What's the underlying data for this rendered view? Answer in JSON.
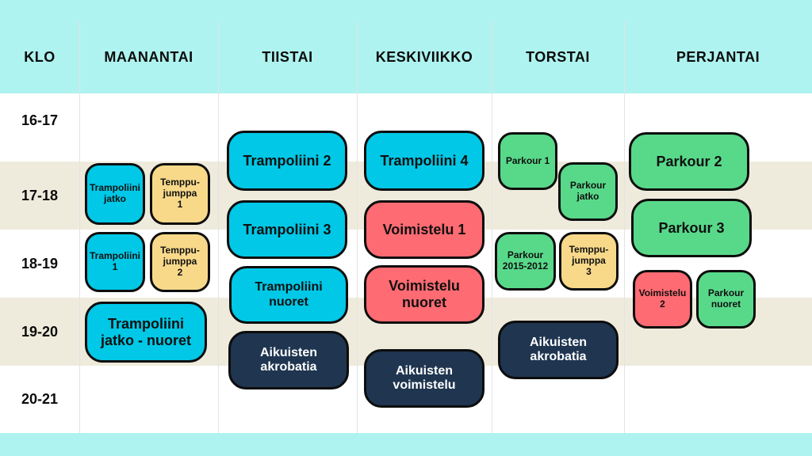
{
  "header": {
    "time_col": "KLO",
    "days": [
      "MAANANTAI",
      "TIISTAI",
      "KESKIVIIKKO",
      "TORSTAI",
      "PERJANTAI"
    ]
  },
  "times": [
    "16-17",
    "17-18",
    "18-19",
    "19-20",
    "20-21"
  ],
  "colors": {
    "header_bg": "#aef3ef",
    "band_beige": "#efebdc",
    "trampoliini": "#00c8e6",
    "temppujumppa": "#f8d98a",
    "parkour": "#58d98a",
    "voimistelu": "#ff6b72",
    "aikuisten": "#1f3550"
  },
  "events": {
    "ma_trampoliini_jatko": [
      "Trampoliini",
      "jatko"
    ],
    "ma_temppujumppa_1": [
      "Temppu-",
      "jumppa",
      "1"
    ],
    "ma_trampoliini_1": [
      "Trampoliini",
      "1"
    ],
    "ma_temppujumppa_2": [
      "Temppu-",
      "jumppa",
      "2"
    ],
    "ma_trampoliini_jatko_nuoret": [
      "Trampoliini",
      "jatko - nuoret"
    ],
    "ti_trampoliini_2": [
      "Trampoliini 2"
    ],
    "ti_trampoliini_3": [
      "Trampoliini 3"
    ],
    "ti_trampoliini_nuoret": [
      "Trampoliini",
      "nuoret"
    ],
    "ti_aikuisten_akrobatia": [
      "Aikuisten",
      "akrobatia"
    ],
    "ke_trampoliini_4": [
      "Trampoliini 4"
    ],
    "ke_voimistelu_1": [
      "Voimistelu 1"
    ],
    "ke_voimistelu_nuoret": [
      "Voimistelu",
      "nuoret"
    ],
    "ke_aikuisten_voimistelu": [
      "Aikuisten",
      "voimistelu"
    ],
    "to_parkour_1": [
      "Parkour 1"
    ],
    "to_parkour_jatko": [
      "Parkour",
      "jatko"
    ],
    "to_parkour_2015_2012": [
      "Parkour",
      "2015-2012"
    ],
    "to_temppujumppa_3": [
      "Temppu-",
      "jumppa",
      "3"
    ],
    "to_aikuisten_akrobatia": [
      "Aikuisten",
      "akrobatia"
    ],
    "pe_parkour_2": [
      "Parkour 2"
    ],
    "pe_parkour_3": [
      "Parkour 3"
    ],
    "pe_voimistelu_2": [
      "Voimistelu",
      "2"
    ],
    "pe_parkour_nuoret": [
      "Parkour",
      "nuoret"
    ]
  }
}
